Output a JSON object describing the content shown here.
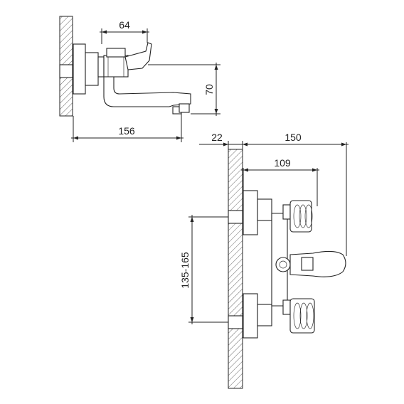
{
  "top_view": {
    "dim_width": "64",
    "dim_height": "70",
    "dim_length": "156"
  },
  "front_view": {
    "dim_wall": "22",
    "dim_total": "150",
    "dim_handles": "109",
    "dim_spacing": "135-165"
  }
}
